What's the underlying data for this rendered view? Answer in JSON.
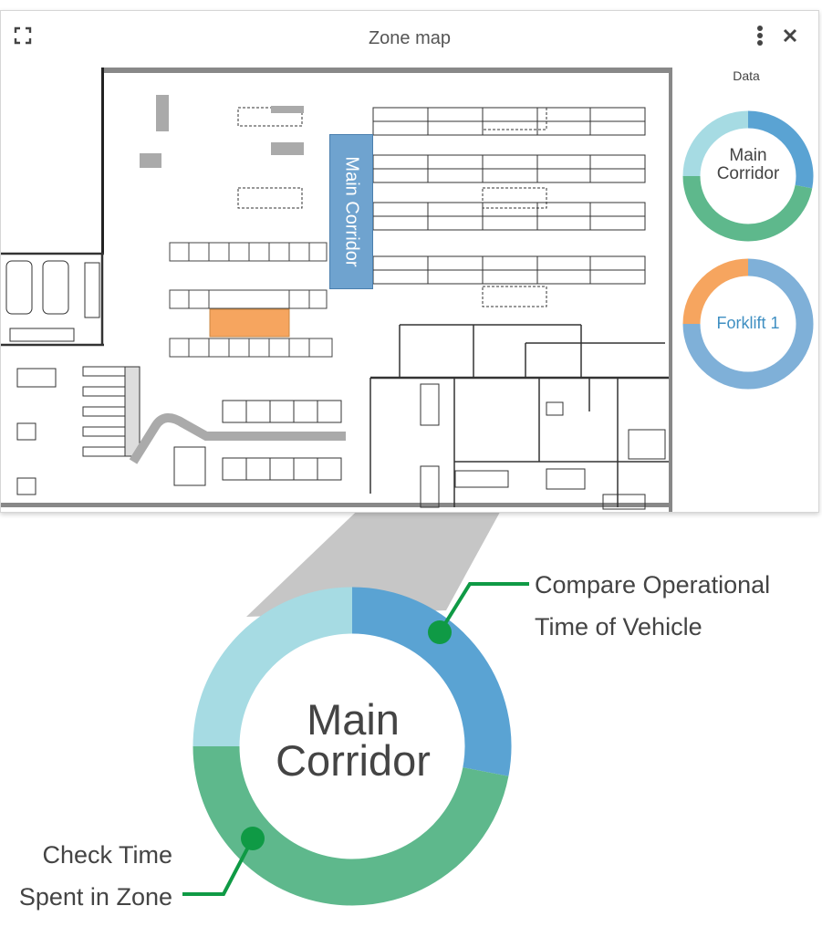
{
  "widget": {
    "title": "Zone map"
  },
  "map": {
    "zone_label": "Main Corridor",
    "highlight_color": "#f6a55f",
    "zone_color": "#6fa3cf"
  },
  "side_panel": {
    "title": "Data",
    "donuts": [
      {
        "label": "Main Corridor",
        "segments": [
          {
            "color": "#5aa3d3",
            "fraction": 0.28
          },
          {
            "color": "#5eb88c",
            "fraction": 0.47
          },
          {
            "color": "#a6dbe3",
            "fraction": 0.25
          }
        ]
      },
      {
        "label": "Forklift 1",
        "segments": [
          {
            "color": "#7fb0d8",
            "fraction": 0.75
          },
          {
            "color": "#f6a55f",
            "fraction": 0.25
          }
        ]
      }
    ]
  },
  "zoom": {
    "label_line1": "Main",
    "label_line2": "Corridor",
    "callout_top_line1": "Compare Operational",
    "callout_top_line2": "Time of Vehicle",
    "callout_bottom_line1": "Check Time",
    "callout_bottom_line2": "Spent in Zone",
    "callout_color": "#0f9a45"
  }
}
